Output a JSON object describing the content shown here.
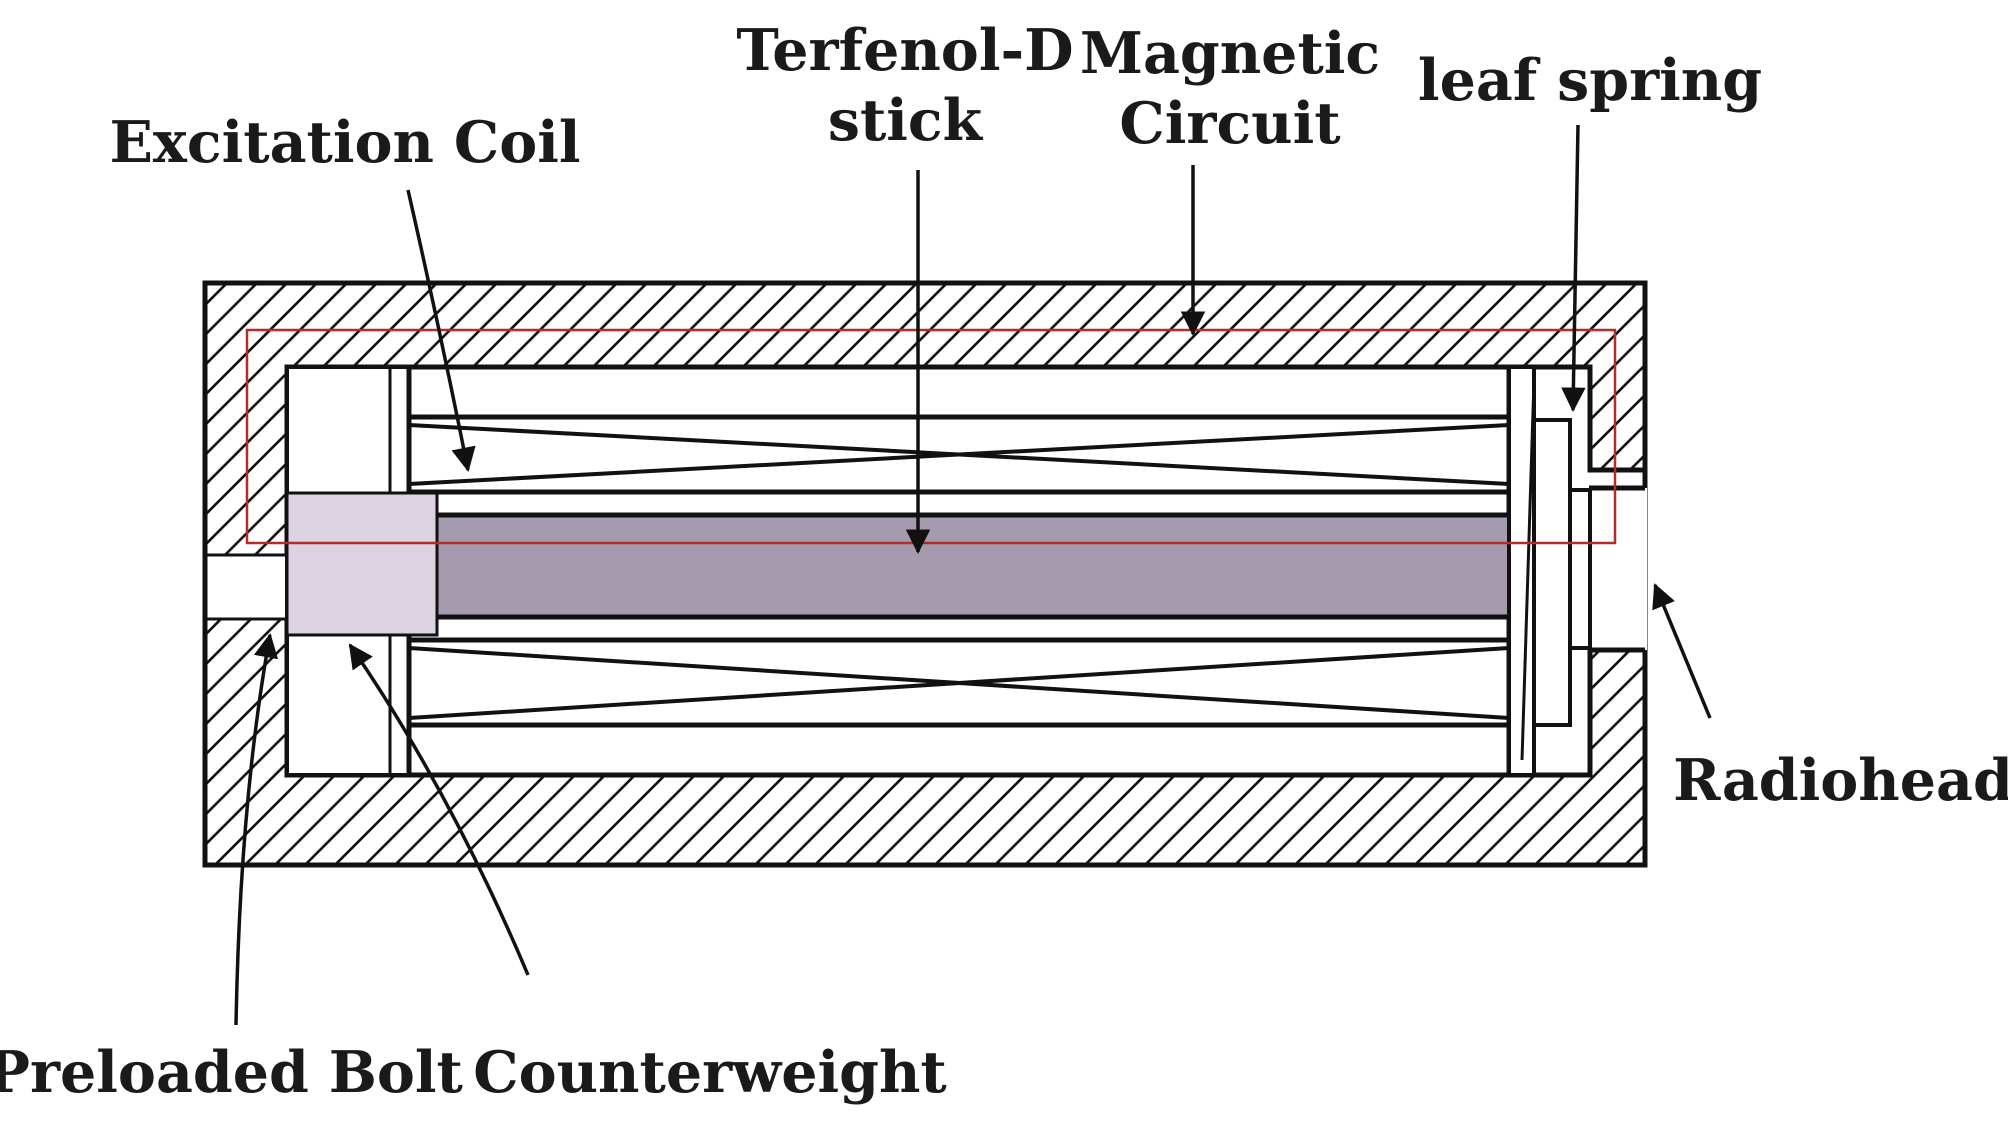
{
  "diagram": {
    "labels": {
      "terfenol_line1": "Terfenol-D",
      "terfenol_line2": "stick",
      "magnetic_line1": "Magnetic",
      "magnetic_line2": "Circuit",
      "leaf_spring": "leaf spring",
      "excitation_coil": "Excitation Coil",
      "radiohead": "Radiohead",
      "preloaded_bolt": "Preloaded Bolt",
      "counterweight": "Counterweight"
    },
    "colors": {
      "line": "#111111",
      "rod_fill": "#a59aae",
      "bolt_fill": "#dcd2e2",
      "flux_path": "#b52a2a",
      "background": "#ffffff"
    }
  }
}
